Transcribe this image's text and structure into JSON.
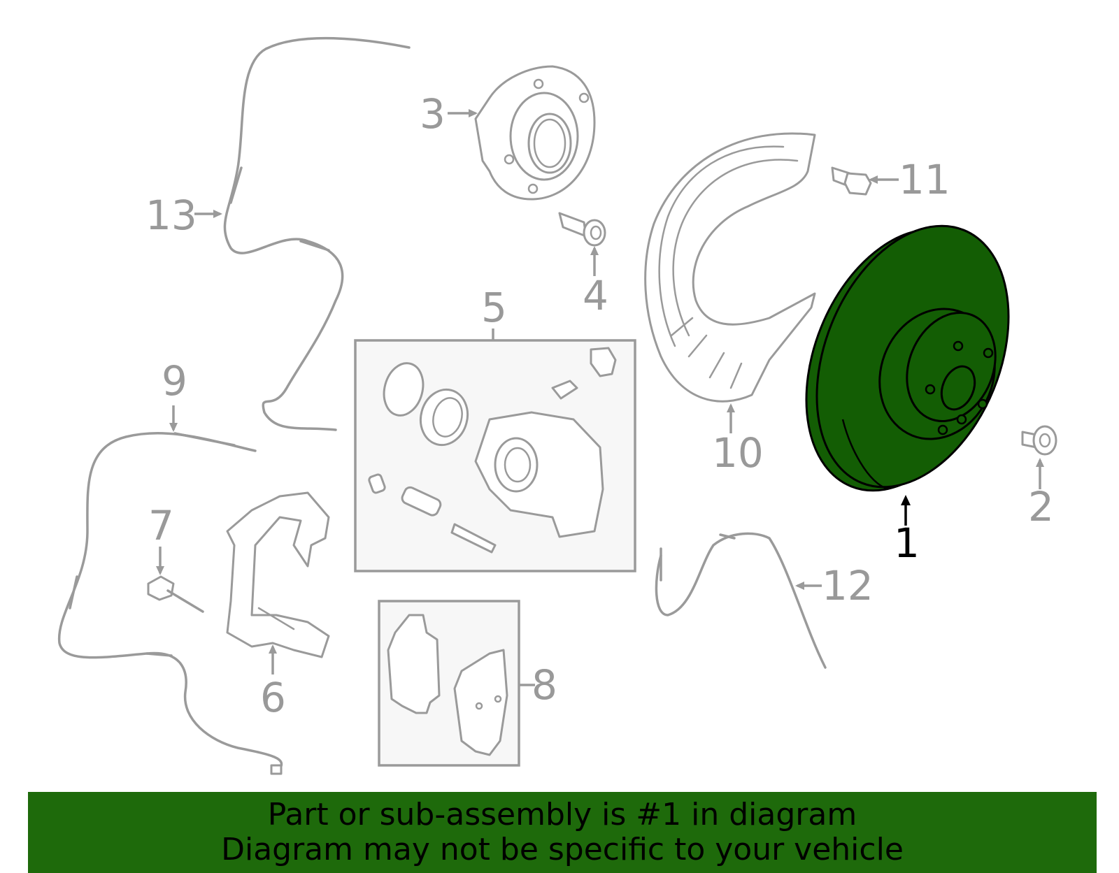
{
  "diagram": {
    "highlight_color": "#135d04",
    "highlighted_part": "1",
    "callouts": [
      "1",
      "2",
      "3",
      "4",
      "5",
      "6",
      "7",
      "8",
      "9",
      "10",
      "11",
      "12",
      "13"
    ]
  },
  "banner": {
    "background": "#1e6a0b",
    "line1": "Part or sub-assembly is #1 in diagram",
    "line2": "Diagram may not be specific to your vehicle"
  }
}
